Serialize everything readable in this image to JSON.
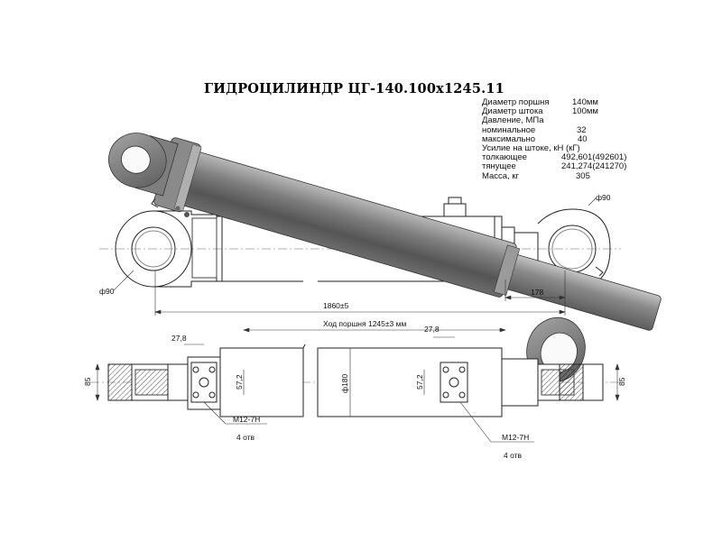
{
  "title": "ГИДРОЦИЛИНДР ЦГ-140.100x1245.11",
  "specs": [
    {
      "label": "Диаметр поршня",
      "value": "140мм"
    },
    {
      "label": "Диаметр штока",
      "value": "100мм"
    },
    {
      "label": "Давление, МПа",
      "value": ""
    },
    {
      "label": "номинальное",
      "value": "32"
    },
    {
      "label": "максимально",
      "value": "40"
    },
    {
      "label": "Усилие на штоке, кН (кГ)",
      "value": ""
    },
    {
      "label": "толкающее",
      "value": "492,601(492601)"
    },
    {
      "label": "тянущее",
      "value": "241,274(241270)"
    },
    {
      "label": "Масса, кг",
      "value": "305"
    }
  ],
  "dimensions": {
    "eye_dia_right": "ф90",
    "eye_dia_left": "ф90",
    "rod_eye_len": "178",
    "total_len": "1860±5",
    "stroke": "Ход поршня 1245±3 мм",
    "port_offset_left": "27,8",
    "port_offset_right": "27,8",
    "body_dia": "ф180",
    "port_spacing_left": "57,2",
    "port_spacing_right": "57,2",
    "width_left": "85",
    "width_right": "85",
    "thread_left": "M12-7H",
    "holes_left": "4 отв",
    "thread_right": "M12-7H",
    "holes_right": "4 отв"
  }
}
